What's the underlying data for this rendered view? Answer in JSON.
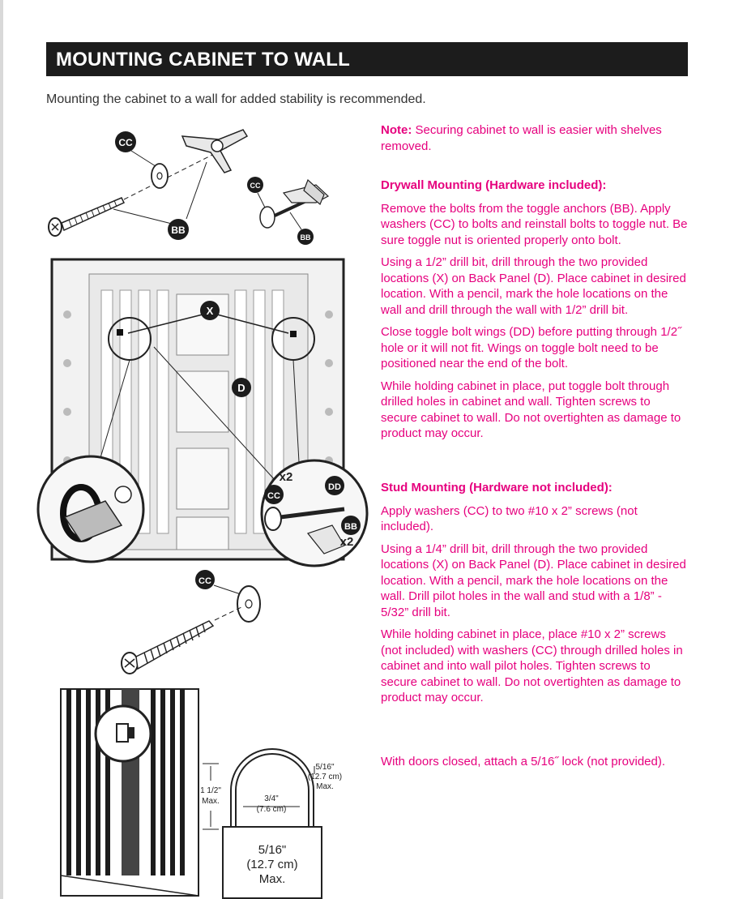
{
  "title": "MOUNTING CABINET TO WALL",
  "intro": "Mounting the cabinet to a wall for added stability is recommended.",
  "note": {
    "label": "Note:",
    "text": " Securing cabinet to wall is easier with shelves removed."
  },
  "drywall": {
    "heading": "Drywall Mounting (Hardware included):",
    "p1": "Remove the bolts from the toggle anchors (BB). Apply washers (CC) to bolts and reinstall bolts to toggle nut. Be sure toggle nut is oriented properly onto bolt.",
    "p2": "Using a 1/2” drill bit, drill through the two provided locations (X) on Back Panel (D). Place cabinet in desired location. With a pencil, mark the hole locations on the wall and drill through the wall with 1/2” drill bit.",
    "p3": "Close toggle bolt wings (DD) before putting through 1/2˝ hole or it will not fit. Wings on toggle bolt need to be positioned near the end of the bolt.",
    "p4": "While holding cabinet in place, put toggle bolt through drilled holes in cabinet and wall. Tighten screws to secure cabinet to wall. Do not overtighten as damage to product may occur."
  },
  "stud": {
    "heading": "Stud Mounting (Hardware not included):",
    "p1": "Apply washers (CC) to two #10 x 2” screws (not included).",
    "p2": "Using a 1/4” drill bit, drill through the two provided locations (X) on Back Panel (D). Place cabinet in desired location. With a pencil, mark the hole locations on the wall. Drill pilot holes in the wall and stud with a 1/8” - 5/32” drill bit.",
    "p3": "While holding cabinet in place, place #10 x 2” screws (not included) with washers (CC) through drilled holes in cabinet and into wall pilot holes. Tighten screws to secure cabinet to wall. Do not overtighten as damage to product may occur."
  },
  "lock_note": "With doors closed, attach a 5/16˝ lock (not provided).",
  "diagram_labels": {
    "cc": "CC",
    "bb": "BB",
    "x": "X",
    "d": "D",
    "dd": "DD",
    "x2": "x2"
  },
  "lock_dims": {
    "shackle_dia": "5/16\"",
    "shackle_dia_cm": "(12.7 cm)",
    "shackle_dia_max": "Max.",
    "height": "1 1/2\"",
    "height_max": "Max.",
    "inner_width": "3/4\"",
    "inner_width_cm": "(7.6 cm)",
    "body_dia": "5/16\"",
    "body_dia_cm": "(12.7 cm)",
    "body_dia_max": "Max."
  }
}
